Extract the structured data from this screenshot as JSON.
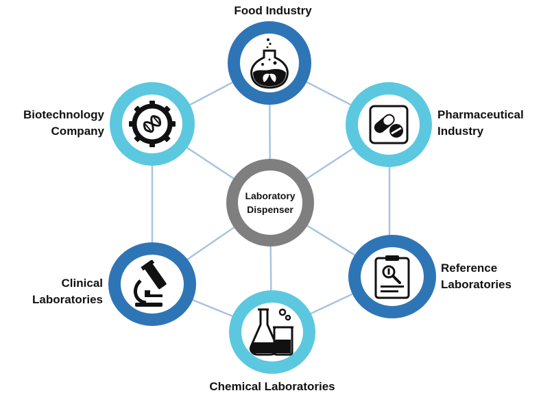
{
  "center": {
    "line1": "Laboratory",
    "line2": "Dispenser",
    "color": "#7f7f7f"
  },
  "colors": {
    "dark_blue": "#2e75b6",
    "light_blue": "#5bc8e0",
    "connector": "#a7c4e0"
  },
  "nodes": {
    "food": {
      "label": "Food Industry",
      "icon": "flask-with-leaves-icon"
    },
    "pharma": {
      "line1": "Pharmaceutical",
      "line2": "Industry",
      "icon": "pills-icon"
    },
    "reference": {
      "line1": "Reference",
      "line2": "Laboratories",
      "icon": "clipboard-magnifier-icon"
    },
    "chemical": {
      "label": "Chemical Laboratories",
      "icon": "beakers-icon"
    },
    "clinical": {
      "line1": "Clinical",
      "line2": "Laboratories",
      "icon": "microscope-icon"
    },
    "biotech": {
      "line1": "Biotechnology",
      "line2": "Company",
      "icon": "dna-gear-icon"
    }
  }
}
